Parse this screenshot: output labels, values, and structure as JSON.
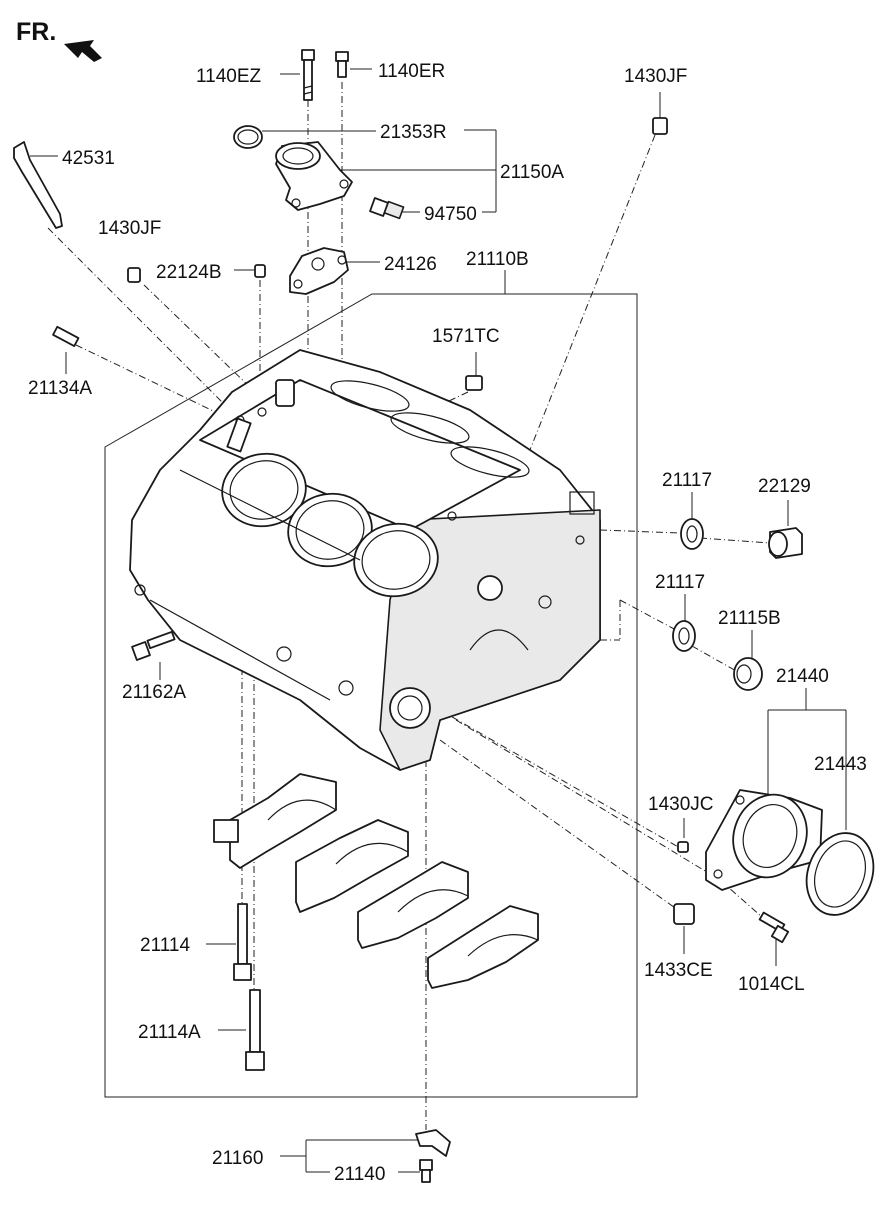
{
  "diagram": {
    "orientation_label": "FR.",
    "part_numbers": {
      "p_1140EZ": "1140EZ",
      "p_1140ER": "1140ER",
      "p_1430JF_top": "1430JF",
      "p_21353R": "21353R",
      "p_42531": "42531",
      "p_21150A": "21150A",
      "p_94750": "94750",
      "p_1430JF_left": "1430JF",
      "p_22124B": "22124B",
      "p_24126": "24126",
      "p_21110B": "21110B",
      "p_1571TC": "1571TC",
      "p_21134A": "21134A",
      "p_21117_a": "21117",
      "p_22129": "22129",
      "p_21117_b": "21117",
      "p_21115B": "21115B",
      "p_21440": "21440",
      "p_21162A": "21162A",
      "p_21443": "21443",
      "p_1430JC": "1430JC",
      "p_21114": "21114",
      "p_1433CE": "1433CE",
      "p_1014CL": "1014CL",
      "p_21114A": "21114A",
      "p_21160": "21160",
      "p_21140": "21140"
    }
  }
}
